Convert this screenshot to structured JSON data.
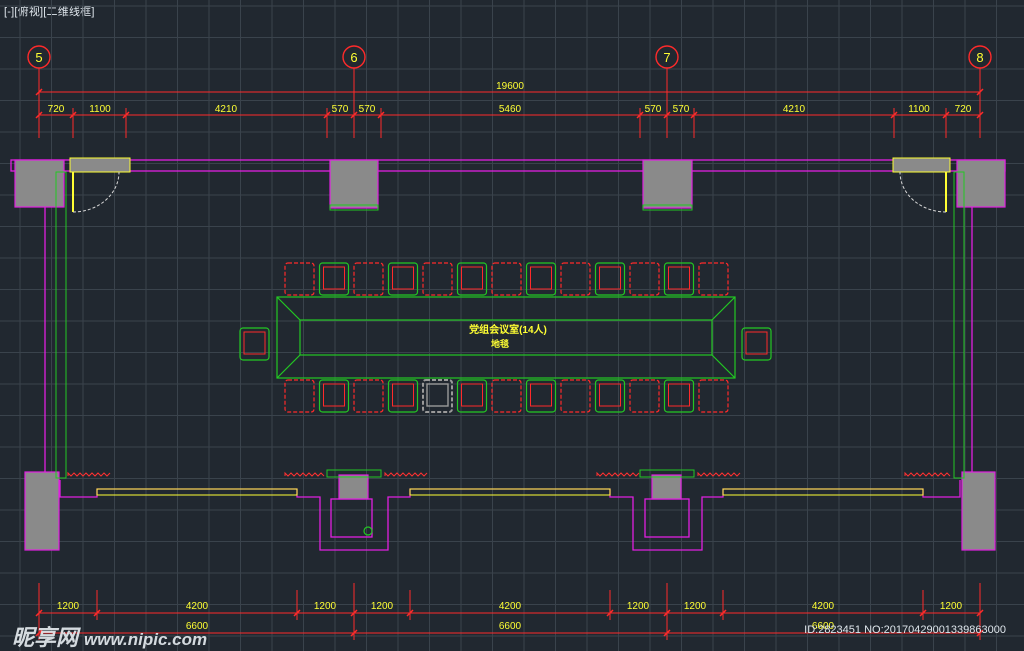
{
  "viewport_label": "[-][俯视][二维线框]",
  "axes": [
    "5",
    "6",
    "7",
    "8"
  ],
  "dims_top_total": "19600",
  "dims_top_segments": [
    "720",
    "1100",
    "4210",
    "570",
    "570",
    "5460",
    "570",
    "570",
    "4210",
    "1100",
    "720"
  ],
  "dims_bottom_segments": [
    "1200",
    "4200",
    "1200",
    "1200",
    "4200",
    "1200",
    "1200",
    "4200",
    "1200"
  ],
  "dims_bottom_sub": [
    "6600",
    "6600",
    "6600"
  ],
  "room_title": "党组会议室(14人)",
  "floor_note": "地毯",
  "watermark": {
    "logo": "昵享网",
    "site": "www.nipic.com"
  },
  "image_id": "ID:2823451 NO:20170429001339863000",
  "colors": {
    "background": "#212830",
    "grid": "#3a434c",
    "dimension": "#ff2a2a",
    "wall": "#e020e0",
    "column": "#8a8a8a",
    "interior": "#23c823",
    "text": "#ffff33"
  }
}
